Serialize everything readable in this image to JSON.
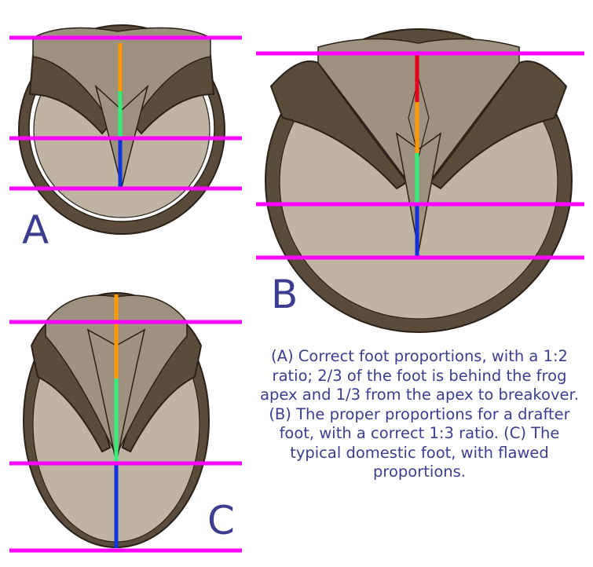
{
  "panels": [
    {
      "letter": "A"
    },
    {
      "letter": "B"
    },
    {
      "letter": "C"
    }
  ],
  "caption": "(A) Correct foot proportions, with a 1:2 ratio; 2/3 of the foot is behind the frog apex and 1/3 from the apex to breakover. (B) The proper proportions for a drafter foot, with a correct 1:3 ratio. (C) The typical domestic foot, with flawed proportions.",
  "colors": {
    "guide_line": "#ff00ff",
    "text": "#3d3d8f",
    "wall": "#5b4b3b",
    "wall_outline": "#2b2118",
    "sole": "#bfb4a4",
    "frog": "#9d9180",
    "segment_red": "#e8001a",
    "segment_orange": "#ff9900",
    "segment_green": "#33ee77",
    "segment_blue": "#1133dd"
  }
}
